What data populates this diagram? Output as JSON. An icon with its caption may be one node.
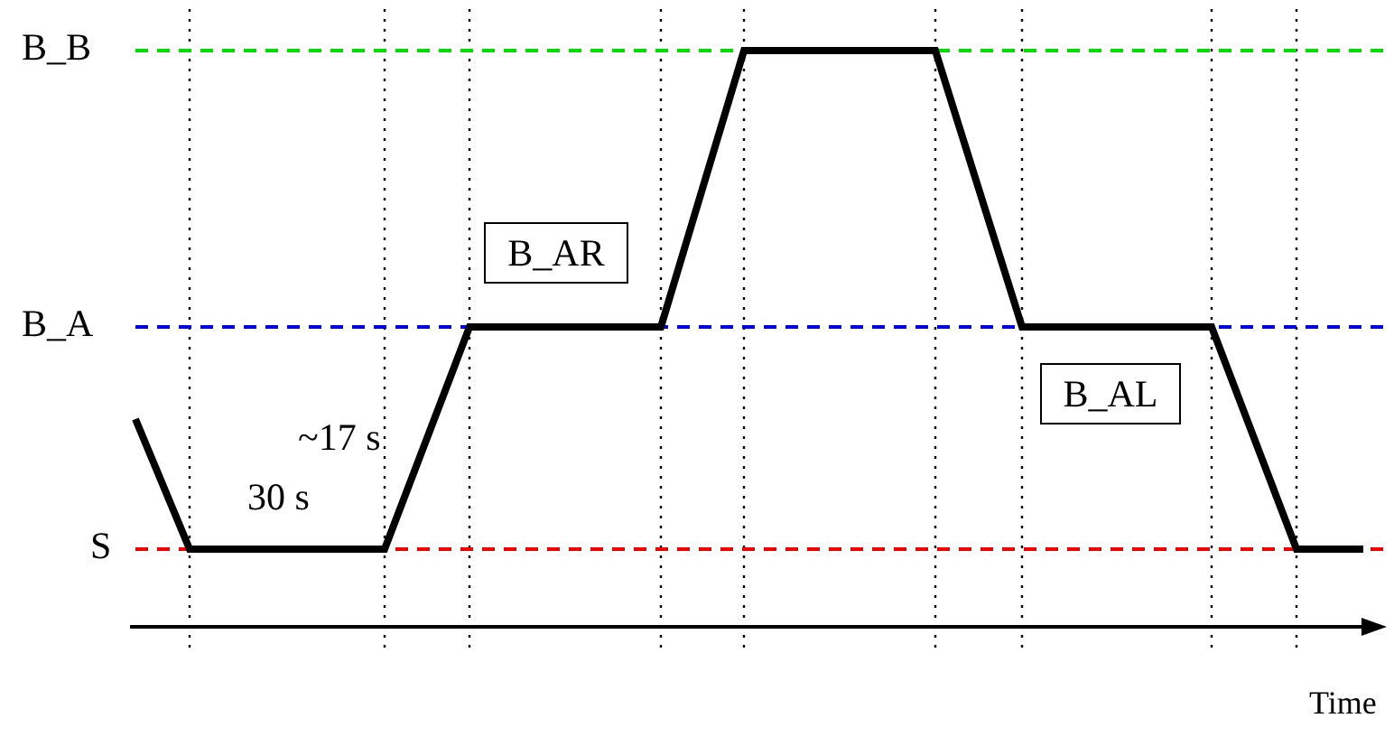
{
  "diagram": {
    "nodes": [
      {
        "text": [
          "B_AR"
        ]
      },
      {
        "text": [
          "B_AL"
        ]
      }
    ],
    "labels": [
      "B_B",
      "B_A",
      "~17 s",
      "30 s",
      "S",
      "Time"
    ]
  }
}
